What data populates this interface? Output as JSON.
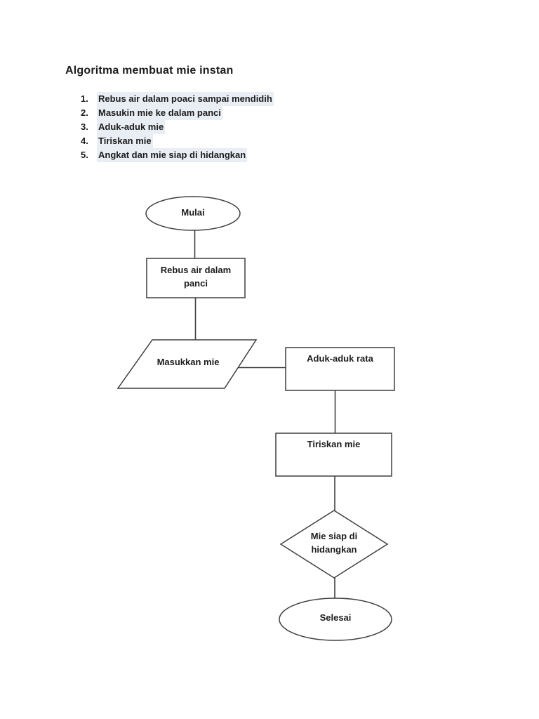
{
  "page": {
    "title": "Algoritma membuat mie instan"
  },
  "steps": {
    "items": [
      {
        "number": "1.",
        "text": "Rebus air dalam poaci sampai mendidih"
      },
      {
        "number": "2.",
        "text": "Masukin mie ke dalam panci"
      },
      {
        "number": "3.",
        "text": "Aduk-aduk mie"
      },
      {
        "number": "4.",
        "text": "Tiriskan mie"
      },
      {
        "number": "5.",
        "text": "Angkat dan mie siap di hidangkan"
      }
    ]
  },
  "flowchart": {
    "nodes": {
      "start": {
        "type": "terminator",
        "label": "Mulai"
      },
      "rebus": {
        "type": "process",
        "label": "Rebus air dalam panci",
        "line1": "Rebus air dalam",
        "line2": "panci"
      },
      "masukkan": {
        "type": "input-output",
        "label": "Masukkan mie"
      },
      "aduk": {
        "type": "process",
        "label": "Aduk-aduk rata"
      },
      "tiriskan": {
        "type": "process",
        "label": "Tiriskan mie"
      },
      "decision": {
        "type": "decision",
        "label": "Mie siap di hidangkan",
        "line1": "Mie siap di",
        "line2": "hidangkan"
      },
      "end": {
        "type": "terminator",
        "label": "Selesai"
      }
    }
  },
  "colors": {
    "background": "#ffffff",
    "stroke": "#3f3f3f",
    "text": "#1c1c1c",
    "highlight": "#e9eef5"
  }
}
